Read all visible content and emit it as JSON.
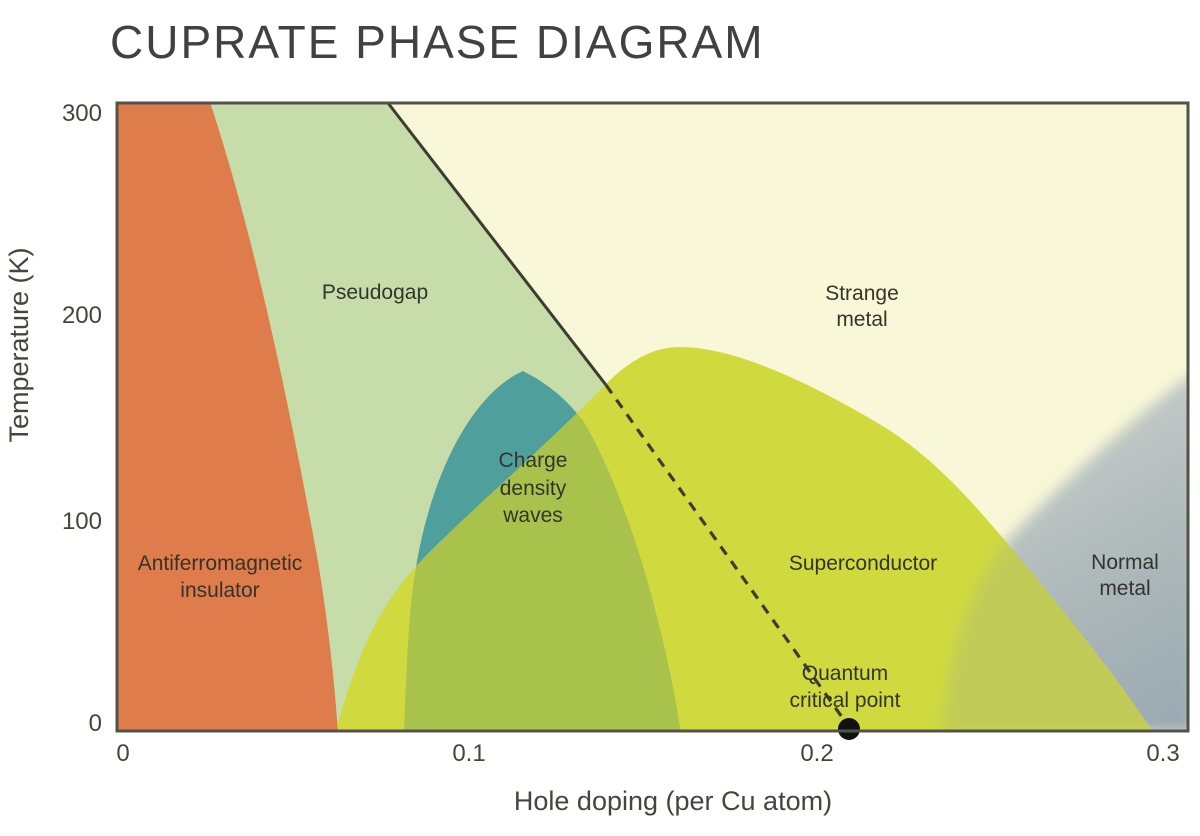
{
  "title": "CUPRATE PHASE DIAGRAM",
  "axes": {
    "y_label": "Temperature (K)",
    "x_label": "Hole doping (per Cu atom)",
    "y_ticks": [
      "300",
      "200",
      "100",
      "0"
    ],
    "x_ticks": [
      "0",
      "0.1",
      "0.2",
      "0.3"
    ]
  },
  "regions": {
    "antiferromagnetic_insulator": {
      "lines": [
        "Antiferromagnetic",
        "insulator"
      ],
      "color": "#de7c4b"
    },
    "pseudogap": {
      "lines": [
        "Pseudogap"
      ],
      "color": "#c6dca9"
    },
    "charge_density_waves": {
      "lines": [
        "Charge",
        "density",
        "waves"
      ],
      "color": "#4fa09d"
    },
    "superconductor": {
      "lines": [
        "Superconductor"
      ],
      "color": "#d0da3e"
    },
    "strange_metal": {
      "lines": [
        "Strange",
        "metal"
      ],
      "color": "#f8f7d7"
    },
    "normal_metal": {
      "lines": [
        "Normal",
        "metal"
      ],
      "color": "#b6c0bf"
    },
    "cdw_sc_overlap_color": "#a9c24c"
  },
  "annotations": {
    "quantum_critical_point": {
      "lines": [
        "Quantum",
        "critical point"
      ],
      "marker_color": "#111111"
    }
  },
  "chart_data": {
    "type": "area",
    "title": "CUPRATE PHASE DIAGRAM",
    "xlabel": "Hole doping (per Cu atom)",
    "ylabel": "Temperature (K)",
    "xlim": [
      0,
      0.307
    ],
    "ylim": [
      0,
      300
    ],
    "x_ticks": [
      0,
      0.1,
      0.2,
      0.3
    ],
    "y_ticks": [
      0,
      100,
      200,
      300
    ],
    "grid": false,
    "legend": "labels drawn inside regions",
    "regions": [
      {
        "name": "Antiferromagnetic insulator",
        "color": "#de7c4b",
        "right_boundary_points_doping_T": [
          [
            0.025,
            300
          ],
          [
            0.044,
            188
          ],
          [
            0.056,
            83
          ],
          [
            0.062,
            0
          ]
        ]
      },
      {
        "name": "Pseudogap",
        "color": "#c6dca9",
        "extent": "between antiferromagnetic boundary and pseudogap T* line, above superconducting dome"
      },
      {
        "name": "Charge density waves",
        "color": "#4fa09d",
        "dome": {
          "x_range": [
            0.081,
            0.161
          ],
          "peak_doping": 0.115,
          "peak_T": 173
        }
      },
      {
        "name": "Superconductor",
        "color": "#d0da3e",
        "dome": {
          "x_range": [
            0.061,
            0.297
          ],
          "peak_doping": 0.161,
          "peak_T": 185
        }
      },
      {
        "name": "Strange metal",
        "color": "#f8f7d7",
        "extent": "high-temperature region right of the T* line"
      },
      {
        "name": "Normal metal",
        "color": "#b6c0bf",
        "left_boundary_points_doping_T": [
          [
            0.236,
            0
          ],
          [
            0.254,
            88
          ],
          [
            0.309,
            172
          ]
        ]
      }
    ],
    "pseudogap_line": {
      "solid_segment_doping_T": [
        [
          0.076,
          300
        ],
        [
          0.139,
          166
        ]
      ],
      "dashed_segment_doping_T": [
        [
          0.139,
          166
        ],
        [
          0.209,
          0
        ]
      ]
    },
    "quantum_critical_point": {
      "doping": 0.209,
      "T": 0
    }
  }
}
